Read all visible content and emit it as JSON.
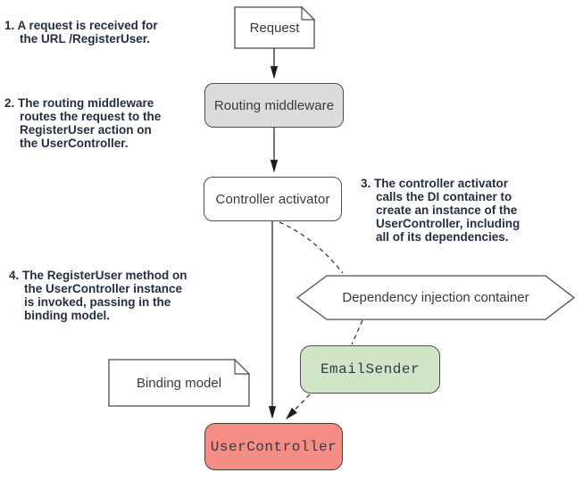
{
  "annotations": [
    {
      "text": "1. A request is received for\nthe URL /RegisterUser."
    },
    {
      "text": "2. The routing middleware\nroutes the request to the\nRegisterUser action on\nthe UserController."
    },
    {
      "text": "3. The controller activator\ncalls the DI container to\ncreate an instance of the\nUserController, including\nall of its dependencies."
    },
    {
      "text": "4. The RegisterUser method on\nthe UserController instance\nis invoked, passing in the\nbinding model."
    }
  ],
  "nodes": {
    "request": {
      "label": "Request",
      "shape": "document",
      "fill": "#ffffff"
    },
    "routing_middleware": {
      "label": "Routing middleware",
      "shape": "rounded-rect",
      "fill": "#dcdcdc"
    },
    "controller_activator": {
      "label": "Controller activator",
      "shape": "rounded-rect",
      "fill": "#ffffff"
    },
    "di_container": {
      "label": "Dependency injection container",
      "shape": "hexagon",
      "fill": "#ffffff"
    },
    "email_sender": {
      "label": "EmailSender",
      "shape": "rounded-rect",
      "fill": "#d0e5c5"
    },
    "binding_model": {
      "label": "Binding model",
      "shape": "document",
      "fill": "#ffffff"
    },
    "user_controller": {
      "label": "UserController",
      "shape": "rounded-rect",
      "fill": "#f68d85"
    }
  },
  "colors": {
    "annotation_text": "#252e44",
    "outline": "#4d4d4d",
    "routing_fill": "#dcdcdc",
    "email_fill": "#d0e5c5",
    "user_fill": "#f68d85"
  }
}
